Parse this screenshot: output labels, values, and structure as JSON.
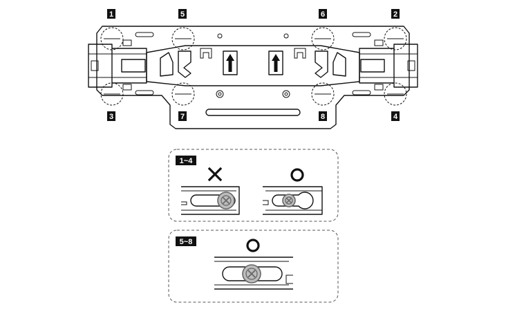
{
  "callouts": {
    "c1": "1",
    "c2": "2",
    "c3": "3",
    "c4": "4",
    "c5": "5",
    "c6": "6",
    "c7": "7",
    "c8": "8"
  },
  "panel_top": {
    "label": "1~4",
    "wrong_symbol": "cross",
    "right_symbol": "circle"
  },
  "panel_bottom": {
    "label": "5~8",
    "right_symbol": "circle"
  },
  "colors": {
    "line": "#111111",
    "screw_fill": "#bdbdbd",
    "screw_stroke": "#666666",
    "panel_border": "#555555"
  }
}
